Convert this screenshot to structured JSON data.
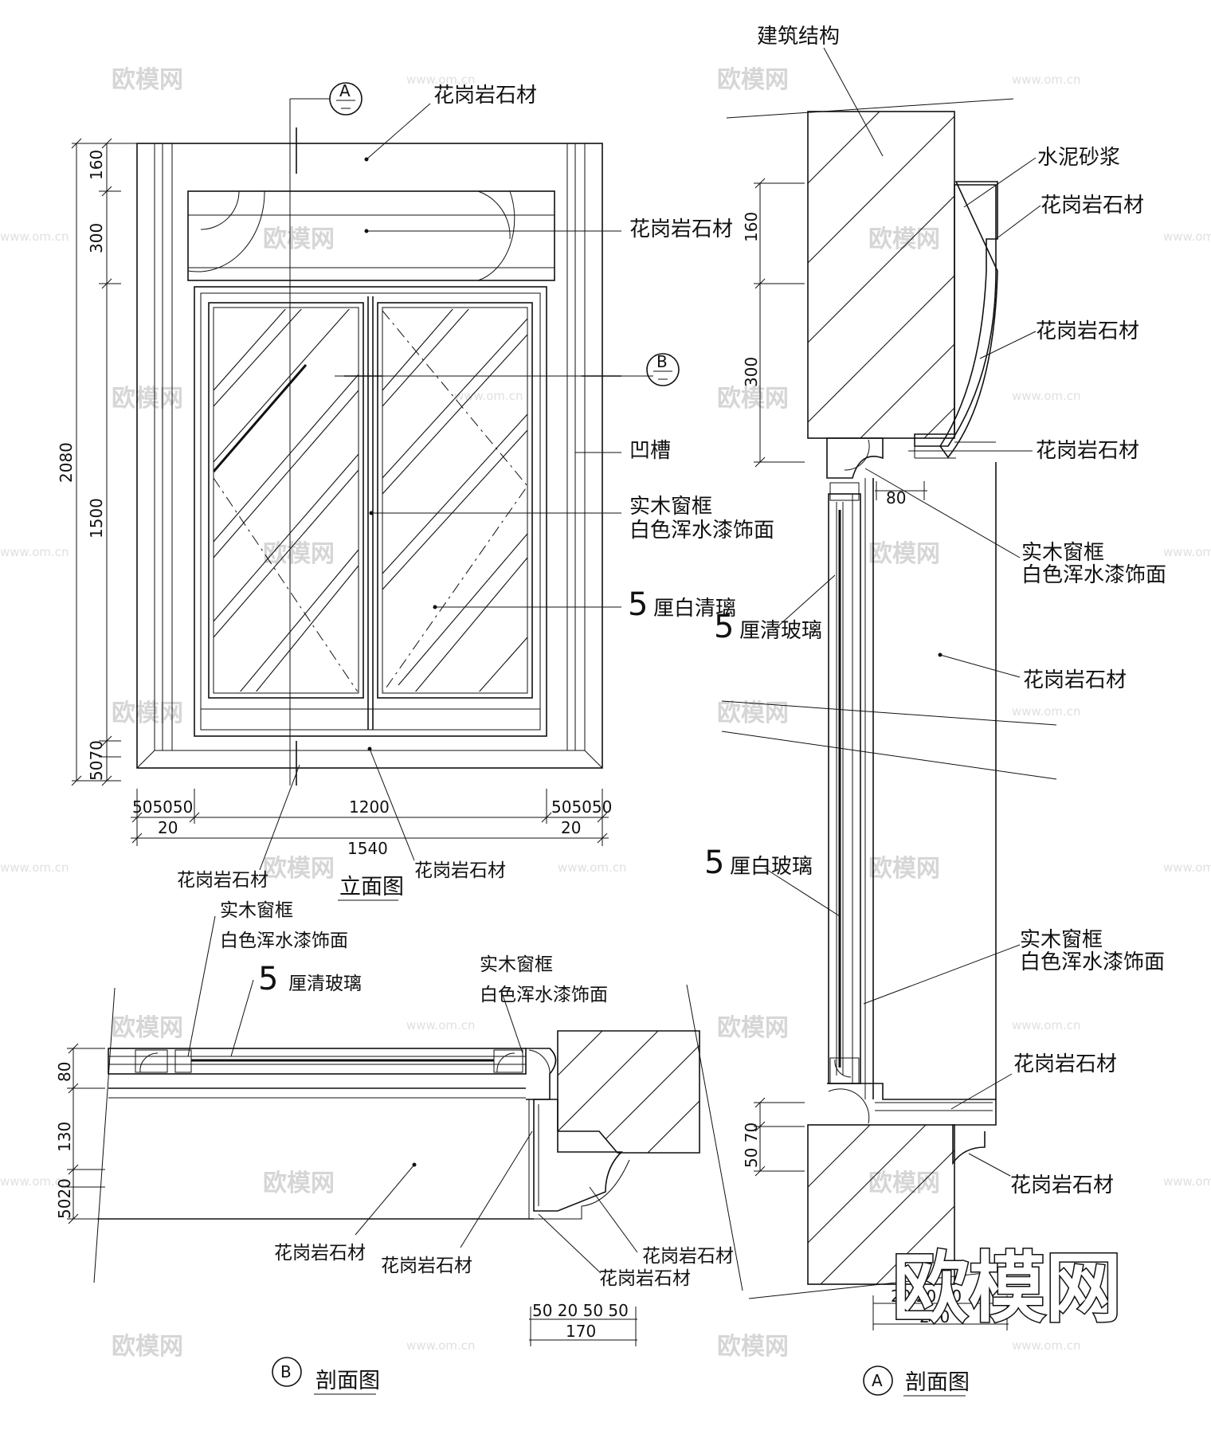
{
  "watermark": {
    "brand": "欧模网",
    "url": "www.om.cn"
  },
  "elevation": {
    "title": "立面图",
    "section_marker_a": "A",
    "section_marker_b": "B",
    "labels": {
      "granite_top": "花岗岩石材",
      "granite_head": "花岗岩石材",
      "groove": "凹槽",
      "frame_line1": "实木窗框",
      "frame_line2": "白色浑水漆饰面",
      "glass_prefix": "5",
      "glass_text": "厘白清璃",
      "granite_bottom_left": "花岗岩石材",
      "granite_bottom_right": "花岗岩石材"
    },
    "dims_vertical": {
      "d160": "160",
      "d300": "300",
      "d1500": "1500",
      "d2080": "2080",
      "d5070": "5070"
    },
    "dims_horizontal": {
      "left_small": "505050",
      "mid": "1200",
      "right_small": "505050",
      "left_20": "20",
      "right_20": "20",
      "total": "1540"
    }
  },
  "section_a": {
    "marker": "A",
    "title": "剖面图",
    "labels": {
      "structure": "建筑结构",
      "mortar": "水泥砂浆",
      "granite1": "花岗岩石材",
      "granite2": "花岗岩石材",
      "granite3": "花岗岩石材",
      "frame1_line1": "实木窗框",
      "frame1_line2": "白色浑水漆饰面",
      "glass1_prefix": "5",
      "glass1_text": "厘清玻璃",
      "granite4": "花岗岩石材",
      "glass2_prefix": "5",
      "glass2_text": "厘白玻璃",
      "frame2_line1": "实木窗框",
      "frame2_line2": "白色浑水漆饰面",
      "granite5": "花岗岩石材",
      "granite6": "花岗岩石材"
    },
    "dims": {
      "d160": "160",
      "d300": "300",
      "d80": "80",
      "d5070": "50 70",
      "bottom_small": "20 20 20",
      "bottom_total": "200"
    }
  },
  "section_b": {
    "marker": "B",
    "title": "剖面图",
    "labels": {
      "frame1_line1": "实木窗框",
      "frame1_line2": "白色浑水漆饰面",
      "glass_prefix": "5",
      "glass_text": "厘清玻璃",
      "frame2_line1": "实木窗框",
      "frame2_line2": "白色浑水漆饰面",
      "granite1": "花岗岩石材",
      "granite2": "花岗岩石材",
      "granite3": "花岗岩石材",
      "granite4": "花岗岩石材"
    },
    "dims": {
      "d80": "80",
      "d130": "130",
      "d5020": "5020",
      "bottom_small": "50 20 50 50",
      "bottom_total": "170"
    }
  }
}
